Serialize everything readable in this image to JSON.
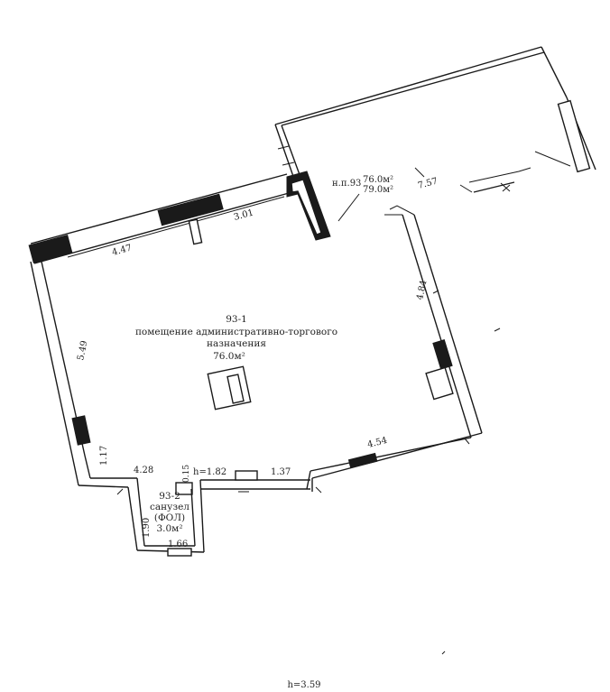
{
  "dimensions": {
    "d447": "4.47",
    "d301": "3.01",
    "d549": "5.49",
    "d484": "4.84",
    "d454": "4.54",
    "d117": "1.17",
    "d428": "4.28",
    "h182": "h=1.82",
    "d015": "0.15",
    "d137": "1.37",
    "d190": "1.90",
    "d166": "1.66",
    "d757": "7.57"
  },
  "np93": {
    "label": "н.п.93",
    "area1": "76.0м²",
    "area2": "79.0м²"
  },
  "room1": {
    "number": "93-1",
    "line1": "помещение административно-торгового",
    "line2": "назначения",
    "area": "76.0м²"
  },
  "room2": {
    "number": "93-2",
    "line1": "санузел",
    "line2": "(ФОЛ)",
    "area": "3.0м²"
  },
  "ceiling_height": "h=3.59"
}
